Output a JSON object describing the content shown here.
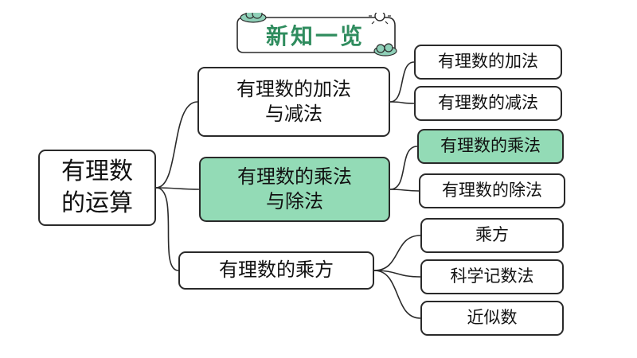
{
  "title": "新知一览",
  "root": {
    "lines": [
      "有理数",
      "的运算"
    ]
  },
  "branches": [
    {
      "lines": [
        "有理数的加法",
        "与减法"
      ],
      "highlight": false,
      "children": [
        {
          "label": "有理数的加法",
          "highlight": false
        },
        {
          "label": "有理数的减法",
          "highlight": false
        }
      ]
    },
    {
      "lines": [
        "有理数的乘法",
        "与除法"
      ],
      "highlight": true,
      "children": [
        {
          "label": "有理数的乘法",
          "highlight": true
        },
        {
          "label": "有理数的除法",
          "highlight": false
        }
      ]
    },
    {
      "lines": [
        "有理数的乘方"
      ],
      "highlight": false,
      "children": [
        {
          "label": "乘方",
          "highlight": false
        },
        {
          "label": "科学记数法",
          "highlight": false
        },
        {
          "label": "近似数",
          "highlight": false
        }
      ]
    }
  ],
  "colors": {
    "highlight_fill": "#93dbb6",
    "title_text": "#2f8c5e",
    "cloud_fill": "#8fd0b8",
    "outline": "#2a2a2a"
  }
}
